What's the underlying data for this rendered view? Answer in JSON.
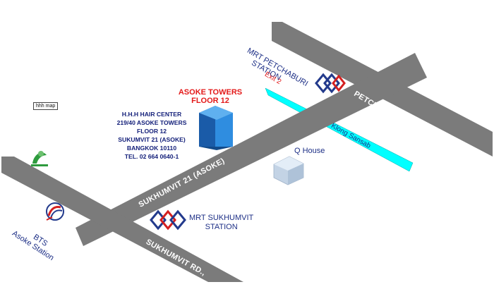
{
  "map_tag": "hhh map",
  "roads": {
    "petchaburi": "PETCHABURI RD.,",
    "sukhumvit21": "SUKHUMVIT 21 (ASOKE)",
    "sukhumvit": "SUKHUMVIT RD.,"
  },
  "canal": {
    "label": "Klong Sansab",
    "color": "#00ffff"
  },
  "building": {
    "title_line1": "ASOKE TOWERS",
    "title_line2": "FLOOR 12",
    "title_color": "#e31919"
  },
  "address": {
    "lines": [
      "H.H.H HAIR CENTER",
      "219/40 ASOKE TOWERS",
      "FLOOR 12",
      "SUKUMVIT 21 (ASOKE)",
      "BANGKOK 10110",
      "TEL. 02 664 0640-1"
    ]
  },
  "stations": {
    "mrt_petchaburi": {
      "line1": "MRT PETCHABURI",
      "line2": "STATION",
      "exit": "Exit 2"
    },
    "mrt_sukhumvit": {
      "line1": "MRT SUKHUMVIT",
      "line2": "STATION"
    },
    "bts_asoke": {
      "line1": "BTS",
      "line2": "Asoke Station"
    }
  },
  "landmarks": {
    "q_house": "Q House"
  },
  "colors": {
    "road": "#7b7b7b",
    "label_blue": "#1d2f86",
    "accent_red": "#e31919"
  }
}
